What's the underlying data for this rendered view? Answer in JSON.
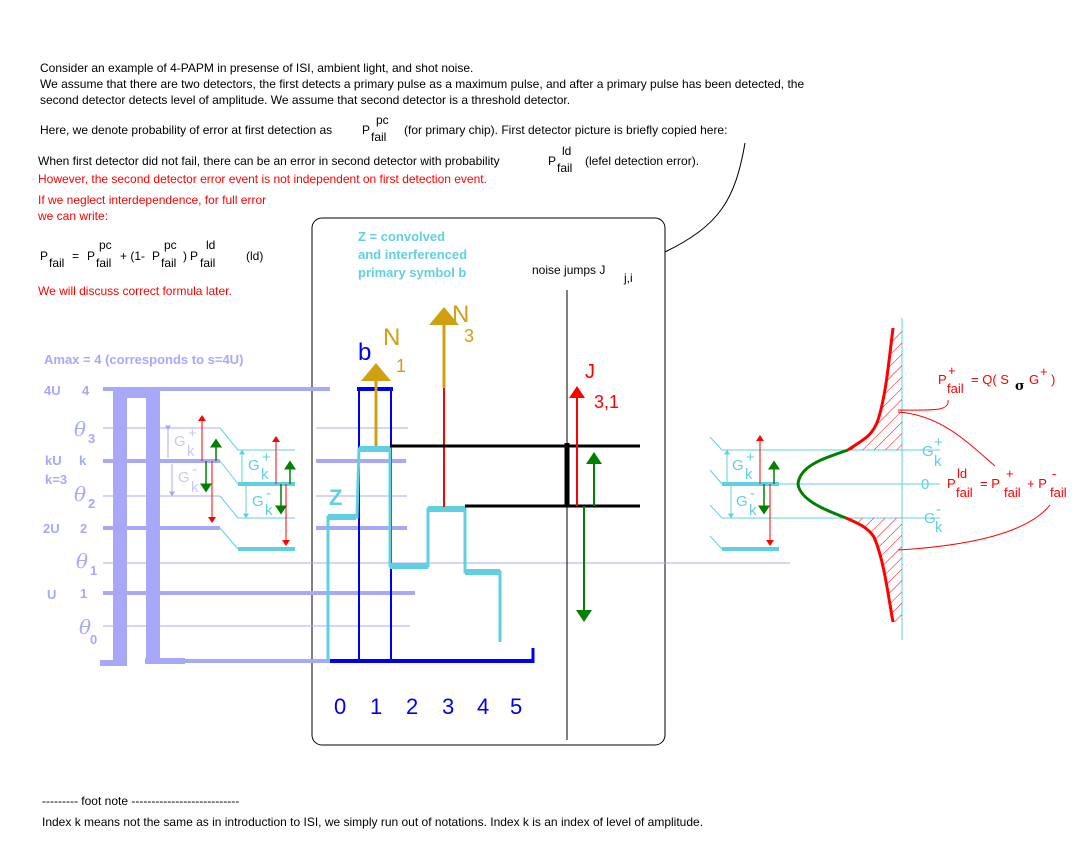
{
  "intro": {
    "line1": "Consider an example of 4-PAPM in presense of ISI, ambient light, and shot noise.",
    "line2": "We assume that there are two detectors, the first detects a primary pulse as a maximum pulse, and after a primary pulse has been detected, the",
    "line3": "second detector detects level of amplitude. We assume that second detector is a threshold detector.",
    "line4a": "Here, we denote probability of error at first detection as",
    "line4b": "(for primary chip).   First detector picture is briefly copied here:",
    "line5a": "When first detector did not fail, there can be an error in second detector  with probability",
    "line5b": "(lefel detection error).",
    "red1": "However, the second detector error event is not independent on first detection event.",
    "red2": "If we neglect interdependence, for full error",
    "red3": "we can write:",
    "red4": "We will discuss correct formula later."
  },
  "symbols": {
    "P": "P",
    "fail": "fail",
    "pc": "pc",
    "ld": "ld",
    "plus": "+",
    "minus": "-"
  },
  "formula": {
    "lhs": "P",
    "eq": "=",
    "plus_one_minus": "+ (1-",
    "close": ")",
    "tag": "(ld)"
  },
  "diagram": {
    "amax": "Amax = 4 (corresponds to s=4U)",
    "levels": {
      "l4U": "4U",
      "n4": "4",
      "kU": "kU",
      "k": "k",
      "k3": "k=3",
      "l2U": "2U",
      "n2": "2",
      "U": "U",
      "n1": "1"
    },
    "theta": {
      "sym": "θ",
      "i3": "3",
      "i2": "2",
      "i1": "1",
      "i0": "0"
    },
    "G": "G",
    "k_sub": "k",
    "box": {
      "z1": "Z = convolved",
      "z2": "and interferenced",
      "z3": "primary symbol b",
      "noise": "noise jumps J",
      "noise_sub": "j,i",
      "b": "b",
      "z": "Z",
      "N": "N",
      "n1": "1",
      "n3": "3",
      "J": "J",
      "j31": "3,1",
      "ticks": [
        "0",
        "1",
        "2",
        "3",
        "4",
        "5"
      ]
    },
    "right": {
      "zero": "0",
      "pplus_rhs": "= Q( S",
      "sigma": "σ",
      "pplus_tail": "G",
      "pplus_sup": "+",
      "close": ")",
      "pld_eq": "= P",
      "plus": "+ P"
    }
  },
  "colors": {
    "lavender": "#a8a8f8",
    "cyan": "#60d0e0",
    "blue": "#0000f0",
    "gold": "#d0a010",
    "red": "#ff0000",
    "green": "#008000"
  },
  "footnote": {
    "title": "--------- foot note ---------------------------",
    "text": "Index k means not the same as in introduction to ISI, we simply run out of notations. Index k is an index of level of amplitude."
  }
}
